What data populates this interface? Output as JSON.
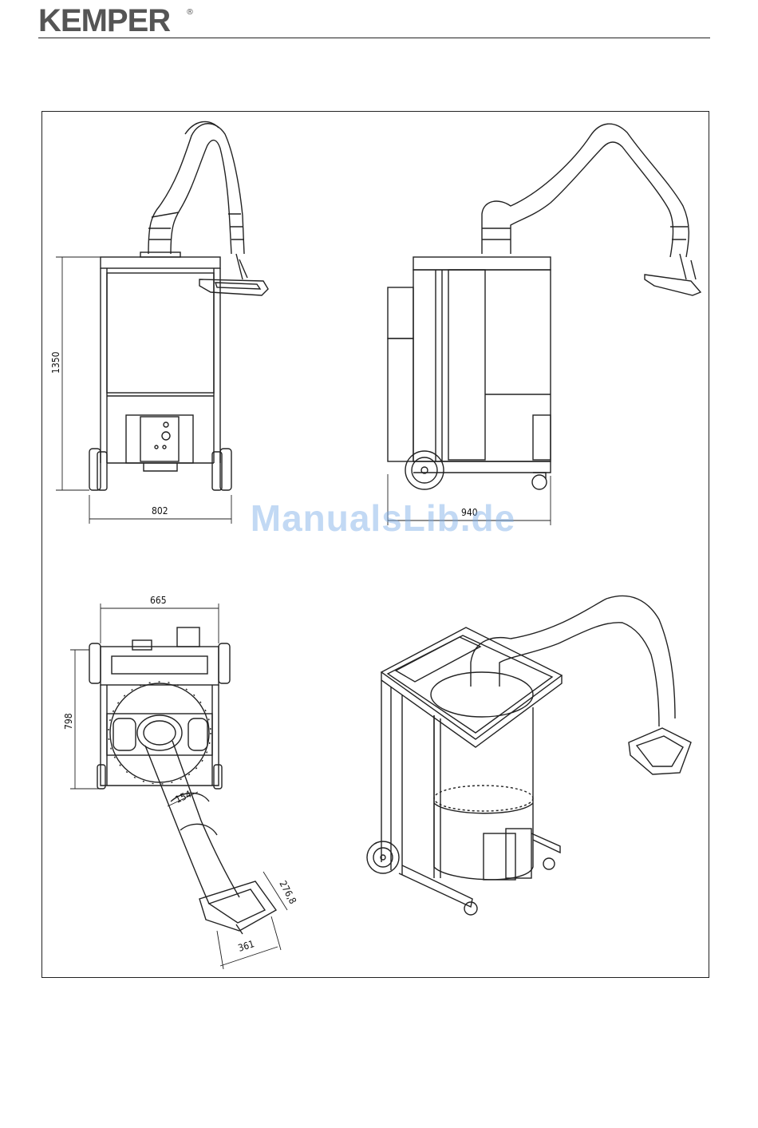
{
  "header": {
    "logo_text": "KEMPER",
    "logo_mark": "®"
  },
  "watermark": "ManualsLib.de",
  "views": {
    "front": {
      "height_label": "1350",
      "width_label": "802"
    },
    "side": {
      "depth_label": "940"
    },
    "top": {
      "width_label": "665",
      "depth_label": "798",
      "arm_diameter_label": "154",
      "hood_depth_label": "276,8",
      "hood_width_label": "361"
    }
  }
}
